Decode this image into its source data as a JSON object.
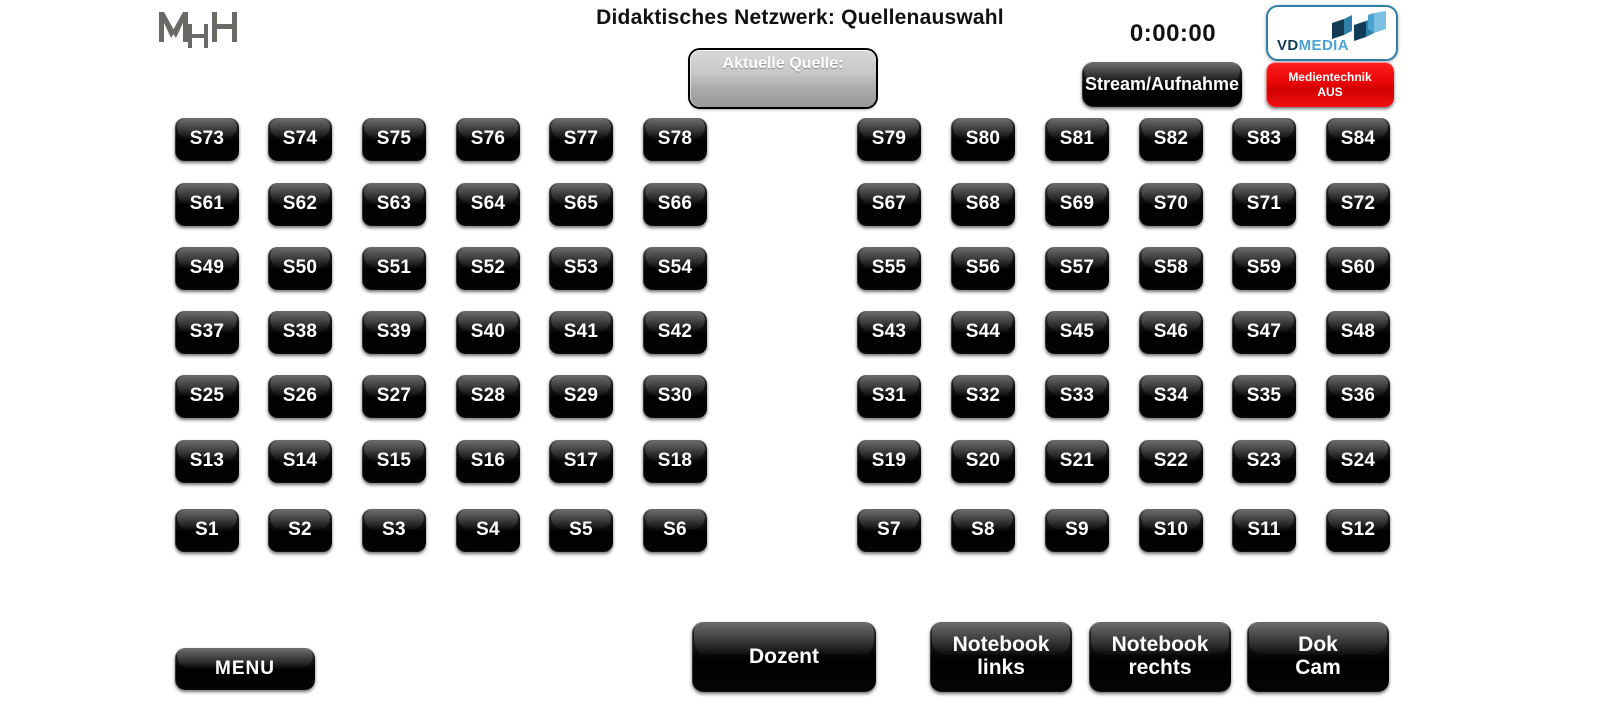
{
  "header": {
    "title": "Didaktisches Netzwerk: Quellenauswahl",
    "clock": "0:00:00",
    "logo_left": "MHH",
    "logo_right": {
      "part1": "VD",
      "part2": "MEDIA"
    }
  },
  "current_source": {
    "label": "Aktuelle Quelle:",
    "value": ""
  },
  "toolbar": {
    "stream_label": "Stream/Aufnahme",
    "power_off_line1": "Medientechnik",
    "power_off_line2": "AUS"
  },
  "seat_grid": {
    "rows": [
      {
        "left": [
          "S73",
          "S74",
          "S75",
          "S76",
          "S77",
          "S78"
        ],
        "right": [
          "S79",
          "S80",
          "S81",
          "S82",
          "S83",
          "S84"
        ]
      },
      {
        "left": [
          "S61",
          "S62",
          "S63",
          "S64",
          "S65",
          "S66"
        ],
        "right": [
          "S67",
          "S68",
          "S69",
          "S70",
          "S71",
          "S72"
        ]
      },
      {
        "left": [
          "S49",
          "S50",
          "S51",
          "S52",
          "S53",
          "S54"
        ],
        "right": [
          "S55",
          "S56",
          "S57",
          "S58",
          "S59",
          "S60"
        ]
      },
      {
        "left": [
          "S37",
          "S38",
          "S39",
          "S40",
          "S41",
          "S42"
        ],
        "right": [
          "S43",
          "S44",
          "S45",
          "S46",
          "S47",
          "S48"
        ]
      },
      {
        "left": [
          "S25",
          "S26",
          "S27",
          "S28",
          "S29",
          "S30"
        ],
        "right": [
          "S31",
          "S32",
          "S33",
          "S34",
          "S35",
          "S36"
        ]
      },
      {
        "left": [
          "S13",
          "S14",
          "S15",
          "S16",
          "S17",
          "S18"
        ],
        "right": [
          "S19",
          "S20",
          "S21",
          "S22",
          "S23",
          "S24"
        ]
      },
      {
        "left": [
          "S1",
          "S2",
          "S3",
          "S4",
          "S5",
          "S6"
        ],
        "right": [
          "S7",
          "S8",
          "S9",
          "S10",
          "S11",
          "S12"
        ]
      }
    ]
  },
  "footer": {
    "menu_label": "MENU",
    "sources": [
      {
        "line1": "Dozent",
        "line2": ""
      },
      {
        "line1": "Notebook",
        "line2": "links"
      },
      {
        "line1": "Notebook",
        "line2": "rechts"
      },
      {
        "line1": "Dok",
        "line2": "Cam"
      }
    ]
  },
  "colors": {
    "background": "#ffffff",
    "button_black": "#000000",
    "power_off_red": "#e90606",
    "current_source_gray": "#c0c0c0",
    "logo_blue": "#4aa3d4",
    "logo_navy": "#123b56",
    "text_dark": "#111111"
  }
}
